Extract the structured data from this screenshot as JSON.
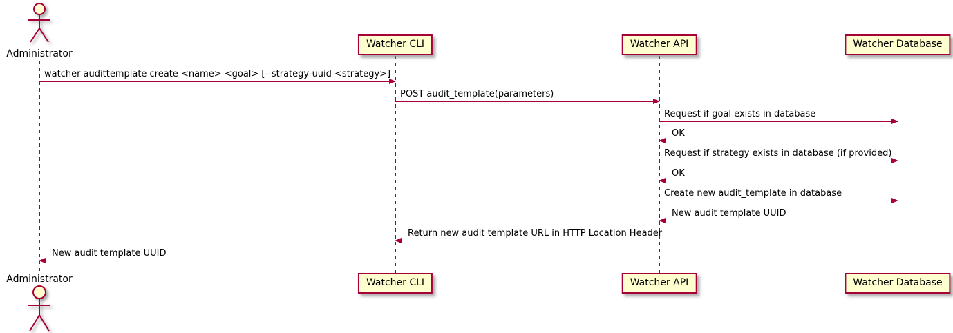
{
  "diagram_type": "uml-sequence-diagram",
  "colors": {
    "participant_fill": "#FEFECE",
    "border_and_lines": "#A80036",
    "text": "#000000",
    "background": "#FFFFFF"
  },
  "actor": {
    "name": "Administrator"
  },
  "participants": [
    {
      "name": "Watcher CLI"
    },
    {
      "name": "Watcher API"
    },
    {
      "name": "Watcher Database"
    }
  ],
  "messages": [
    {
      "from": "Administrator",
      "to": "Watcher CLI",
      "style": "solid",
      "label": "watcher audittemplate create <name> <goal> [--strategy-uuid <strategy>]"
    },
    {
      "from": "Watcher CLI",
      "to": "Watcher API",
      "style": "solid",
      "label": "POST audit_template(parameters)"
    },
    {
      "from": "Watcher API",
      "to": "Watcher Database",
      "style": "solid",
      "label": "Request if goal exists in database"
    },
    {
      "from": "Watcher Database",
      "to": "Watcher API",
      "style": "dashed",
      "label": "OK"
    },
    {
      "from": "Watcher API",
      "to": "Watcher Database",
      "style": "solid",
      "label": "Request if strategy exists in database (if provided)"
    },
    {
      "from": "Watcher Database",
      "to": "Watcher API",
      "style": "dashed",
      "label": "OK"
    },
    {
      "from": "Watcher API",
      "to": "Watcher Database",
      "style": "solid",
      "label": "Create new audit_template in database"
    },
    {
      "from": "Watcher Database",
      "to": "Watcher API",
      "style": "dashed",
      "label": "New audit template UUID"
    },
    {
      "from": "Watcher API",
      "to": "Watcher CLI",
      "style": "dashed",
      "label": "Return new audit template URL in HTTP Location Header"
    },
    {
      "from": "Watcher CLI",
      "to": "Administrator",
      "style": "dashed",
      "label": "New audit template UUID"
    }
  ]
}
